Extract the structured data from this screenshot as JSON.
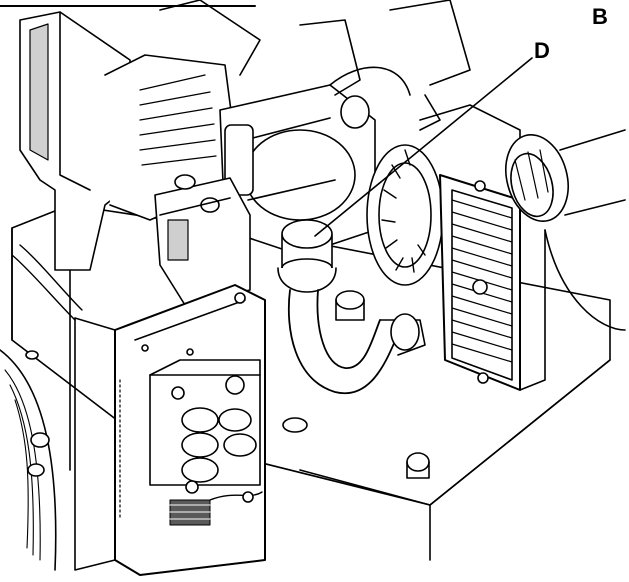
{
  "figure": {
    "callouts": [
      {
        "id": "B",
        "text": "B"
      },
      {
        "id": "D",
        "text": "D"
      }
    ],
    "colors": {
      "line": "#000000",
      "shade": "#cfcfcf",
      "dark": "#5a5a5a",
      "fill": "#ffffff"
    }
  }
}
